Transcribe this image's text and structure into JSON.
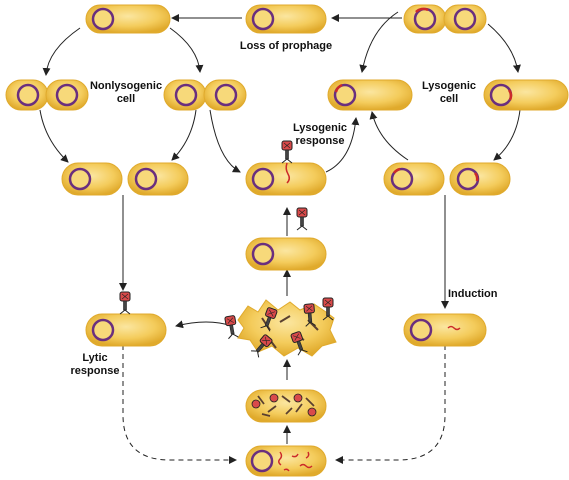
{
  "labels": {
    "loss_of_prophage": "Loss of prophage",
    "nonlysogenic_line1": "Nonlysogenic",
    "nonlysogenic_line2": "cell",
    "lysogenic_line1": "Lysogenic",
    "lysogenic_line2": "cell",
    "lysogenic_response_line1": "Lysogenic",
    "lysogenic_response_line2": "response",
    "induction": "Induction",
    "lytic_response_line1": "Lytic",
    "lytic_response_line2": "response"
  },
  "colors": {
    "cell_fill": "#f4cc5c",
    "cell_edge": "#e0aa2c",
    "cell_highlight": "#fbe6a0",
    "nucleoid_ring": "#6a2f7e",
    "prophage_red": "#cc2a2a",
    "phage_head": "#d94a4a",
    "arrow": "#222222"
  }
}
